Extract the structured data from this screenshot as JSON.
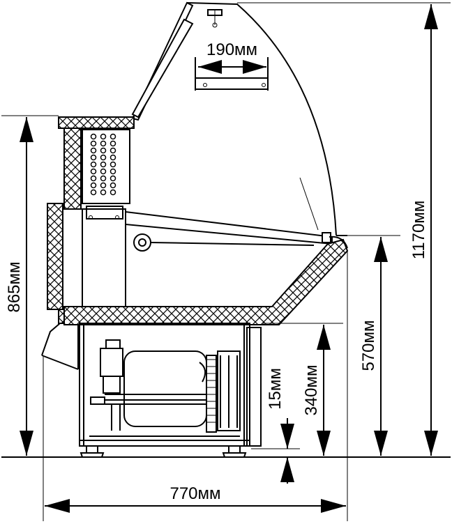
{
  "dimensions": {
    "top_width": "190мм",
    "total_height": "1170мм",
    "body_height": "865мм",
    "counter_height": "570мм",
    "lower_height": "340мм",
    "foot_gap": "15мм",
    "depth": "770мм"
  }
}
